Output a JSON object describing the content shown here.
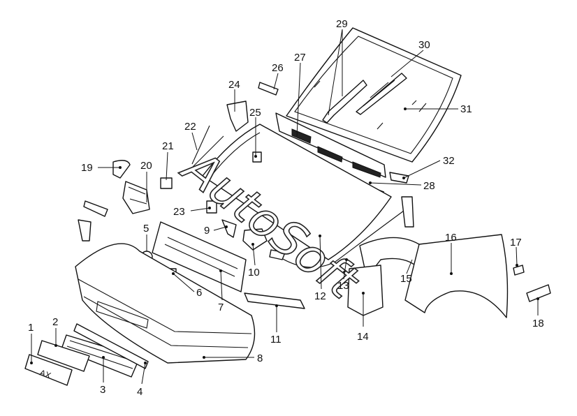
{
  "watermark": "AutoSoft",
  "plate_text": "AX",
  "callouts": {
    "c1": "1",
    "c2": "2",
    "c3": "3",
    "c4": "4",
    "c5": "5",
    "c6": "6",
    "c7": "7",
    "c8": "8",
    "c9": "9",
    "c10": "10",
    "c11": "11",
    "c12": "12",
    "c13": "13",
    "c14": "14",
    "c15": "15",
    "c16": "16",
    "c17": "17",
    "c18": "18",
    "c19": "19",
    "c20": "20",
    "c21": "21",
    "c22": "22",
    "c23": "23",
    "c24": "24",
    "c25": "25",
    "c26": "26",
    "c27": "27",
    "c28": "28",
    "c29": "29",
    "c30": "30",
    "c31": "31",
    "c32": "32"
  }
}
